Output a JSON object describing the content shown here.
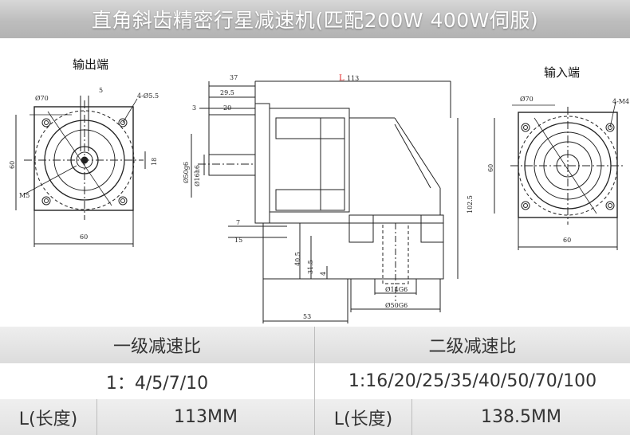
{
  "header": {
    "title": "直角斜齿精密行星减速机(匹配200W 400W伺服)"
  },
  "drawing": {
    "output_label": "输出端",
    "input_label": "输入端",
    "output_view": {
      "d_pcd": "Ø70",
      "key": "5",
      "holes": "4-Ø5.5",
      "side": "60",
      "bottom": "60",
      "shaft_h": "18",
      "tap": "M5"
    },
    "side_view": {
      "L": "L",
      "L_val": "113",
      "d37": "37",
      "d295": "29.5",
      "d3": "3",
      "d20": "20",
      "d50g6": "Ø50g6",
      "d16h6": "Ø16h6",
      "d7": "7",
      "d15": "15",
      "d405": "40.5",
      "d315": "31.5",
      "d4": "4",
      "d1025": "102.5",
      "d14G6": "Ø14G6",
      "d50G6": "Ø50G6",
      "d53": "53"
    },
    "input_view": {
      "d_pcd": "Ø70",
      "tap": "4-M4",
      "side": "60",
      "bottom": "60"
    }
  },
  "specs": {
    "header": [
      "一级减速比",
      "二级减速比"
    ],
    "ratios": [
      "1：4/5/7/10",
      "1:16/20/25/35/40/50/70/100"
    ],
    "length_label_1": "L(长度)",
    "length_value_1": "113MM",
    "length_label_2": "L(长度)",
    "length_value_2": "138.5MM"
  }
}
